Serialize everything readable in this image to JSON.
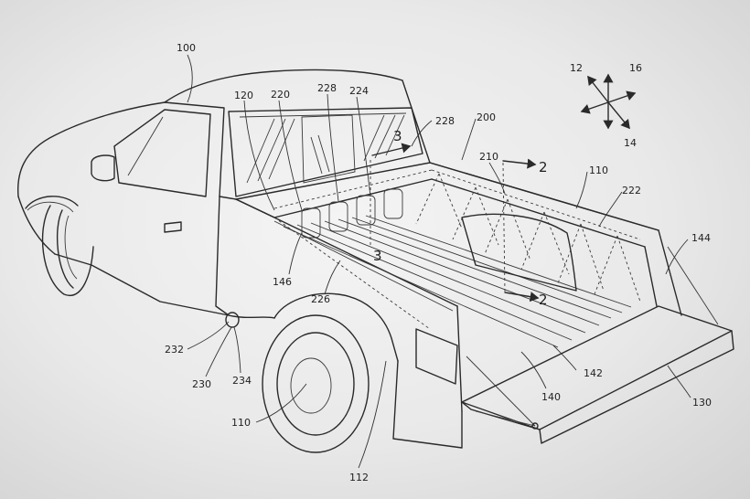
{
  "labels": {
    "truck": "100",
    "bed": "110",
    "bed_lower": "110",
    "fender": "112",
    "panel": "120",
    "dir_12": "12",
    "dir_16": "16",
    "dir_14": "14",
    "tailgate": "130",
    "bed_floor": "140",
    "bed_rail": "142",
    "rail_right": "144",
    "front_wall": "146",
    "system": "200",
    "light_bar": "210",
    "light_left": "220",
    "light_right": "222",
    "cam_a": "224",
    "wiring": "226",
    "cam_b": "228",
    "cam_c": "228",
    "port_a": "230",
    "port_b": "232",
    "port_c": "234",
    "sec_3a": "3",
    "sec_3b": "3",
    "sec_2a": "2",
    "sec_2b": "2"
  }
}
